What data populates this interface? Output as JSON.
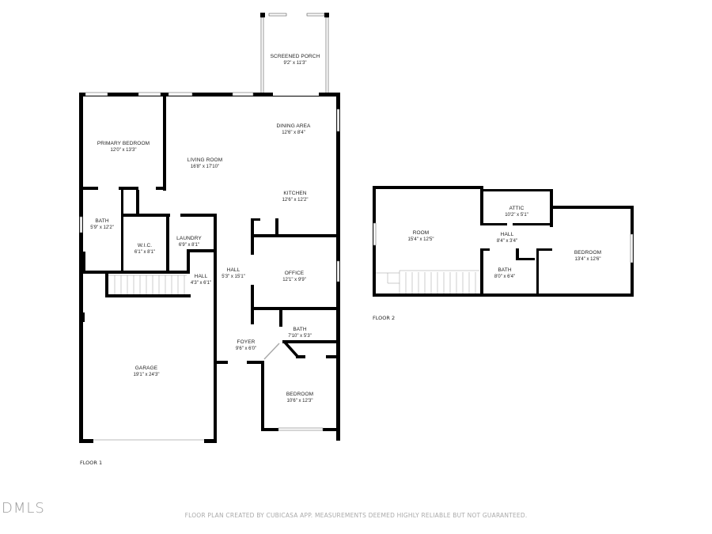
{
  "floor1": {
    "label": "FLOOR 1",
    "rooms": {
      "screened_porch": {
        "name": "SCREENED PORCH",
        "dim": "9'2\" x 11'3\""
      },
      "primary_bedroom": {
        "name": "PRIMARY BEDROOM",
        "dim": "12'0\" x 13'3\""
      },
      "living_room": {
        "name": "LIVING ROOM",
        "dim": "16'8\" x 17'10\""
      },
      "dining_area": {
        "name": "DINING AREA",
        "dim": "12'6\" x 8'4\""
      },
      "kitchen": {
        "name": "KITCHEN",
        "dim": "12'6\" x 12'2\""
      },
      "bath_primary": {
        "name": "BATH",
        "dim": "5'9\" x 12'2\""
      },
      "wic": {
        "name": "W.I.C.",
        "dim": "6'1\" x 8'1\""
      },
      "laundry": {
        "name": "LAUNDRY",
        "dim": "6'9\" x 8'1\""
      },
      "hall_small": {
        "name": "HALL",
        "dim": "4'3\" x 6'1\""
      },
      "hall_main": {
        "name": "HALL",
        "dim": "5'3\" x 15'1\""
      },
      "office": {
        "name": "OFFICE",
        "dim": "12'1\" x 9'9\""
      },
      "bath_2": {
        "name": "BATH",
        "dim": "7'10\" x 5'3\""
      },
      "foyer": {
        "name": "FOYER",
        "dim": "9'6\" x 6'0\""
      },
      "garage": {
        "name": "GARAGE",
        "dim": "19'1\" x 24'3\""
      },
      "bedroom": {
        "name": "BEDROOM",
        "dim": "10'6\" x 12'3\""
      }
    }
  },
  "floor2": {
    "label": "FLOOR 2",
    "rooms": {
      "room": {
        "name": "ROOM",
        "dim": "15'4\" x 12'5\""
      },
      "attic": {
        "name": "ATTIC",
        "dim": "10'2\" x 5'1\""
      },
      "hall": {
        "name": "HALL",
        "dim": "8'4\" x 3'4\""
      },
      "bath": {
        "name": "BATH",
        "dim": "8'0\" x 6'4\""
      },
      "bedroom": {
        "name": "BEDROOM",
        "dim": "13'4\" x 12'6\""
      }
    }
  },
  "footer": {
    "disclaimer": "FLOOR PLAN CREATED BY CUBICASA APP. MEASUREMENTS DEEMED HIGHLY RELIABLE BUT NOT GUARANTEED."
  },
  "watermark": {
    "text": "DMLS"
  },
  "colors": {
    "wall": "#000000",
    "window": "#ffffff",
    "text": "#222222",
    "footer_text": "#aaaaaa"
  }
}
